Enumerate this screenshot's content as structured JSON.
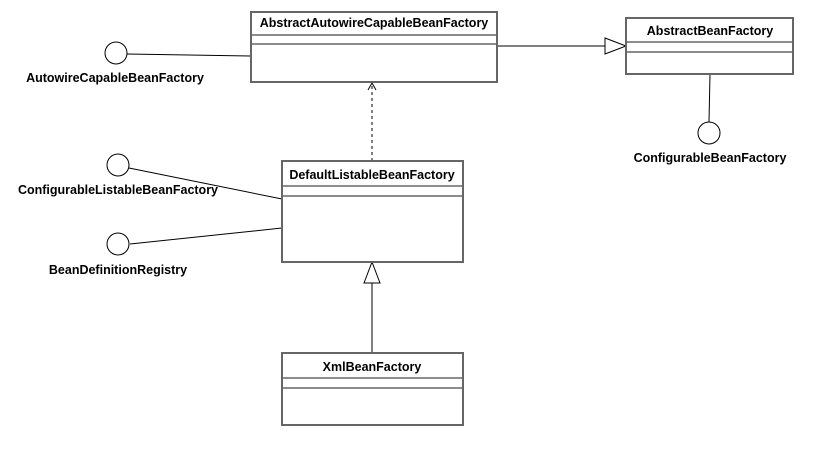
{
  "diagram": {
    "classes": {
      "abstract_autowire": {
        "name": "AbstractAutowireCapableBeanFactory"
      },
      "abstract_bean": {
        "name": "AbstractBeanFactory"
      },
      "default_listable": {
        "name": "DefaultListableBeanFactory"
      },
      "xml_bean": {
        "name": "XmlBeanFactory"
      }
    },
    "interfaces": {
      "autowire_capable": {
        "name": "AutowireCapableBeanFactory"
      },
      "configurable_listable": {
        "name": "ConfigurableListableBeanFactory"
      },
      "bean_definition_registry": {
        "name": "BeanDefinitionRegistry"
      },
      "configurable": {
        "name": "ConfigurableBeanFactory"
      }
    },
    "colors": {
      "stroke": "#666666",
      "fill": "#ffffff",
      "text": "#000000"
    }
  }
}
